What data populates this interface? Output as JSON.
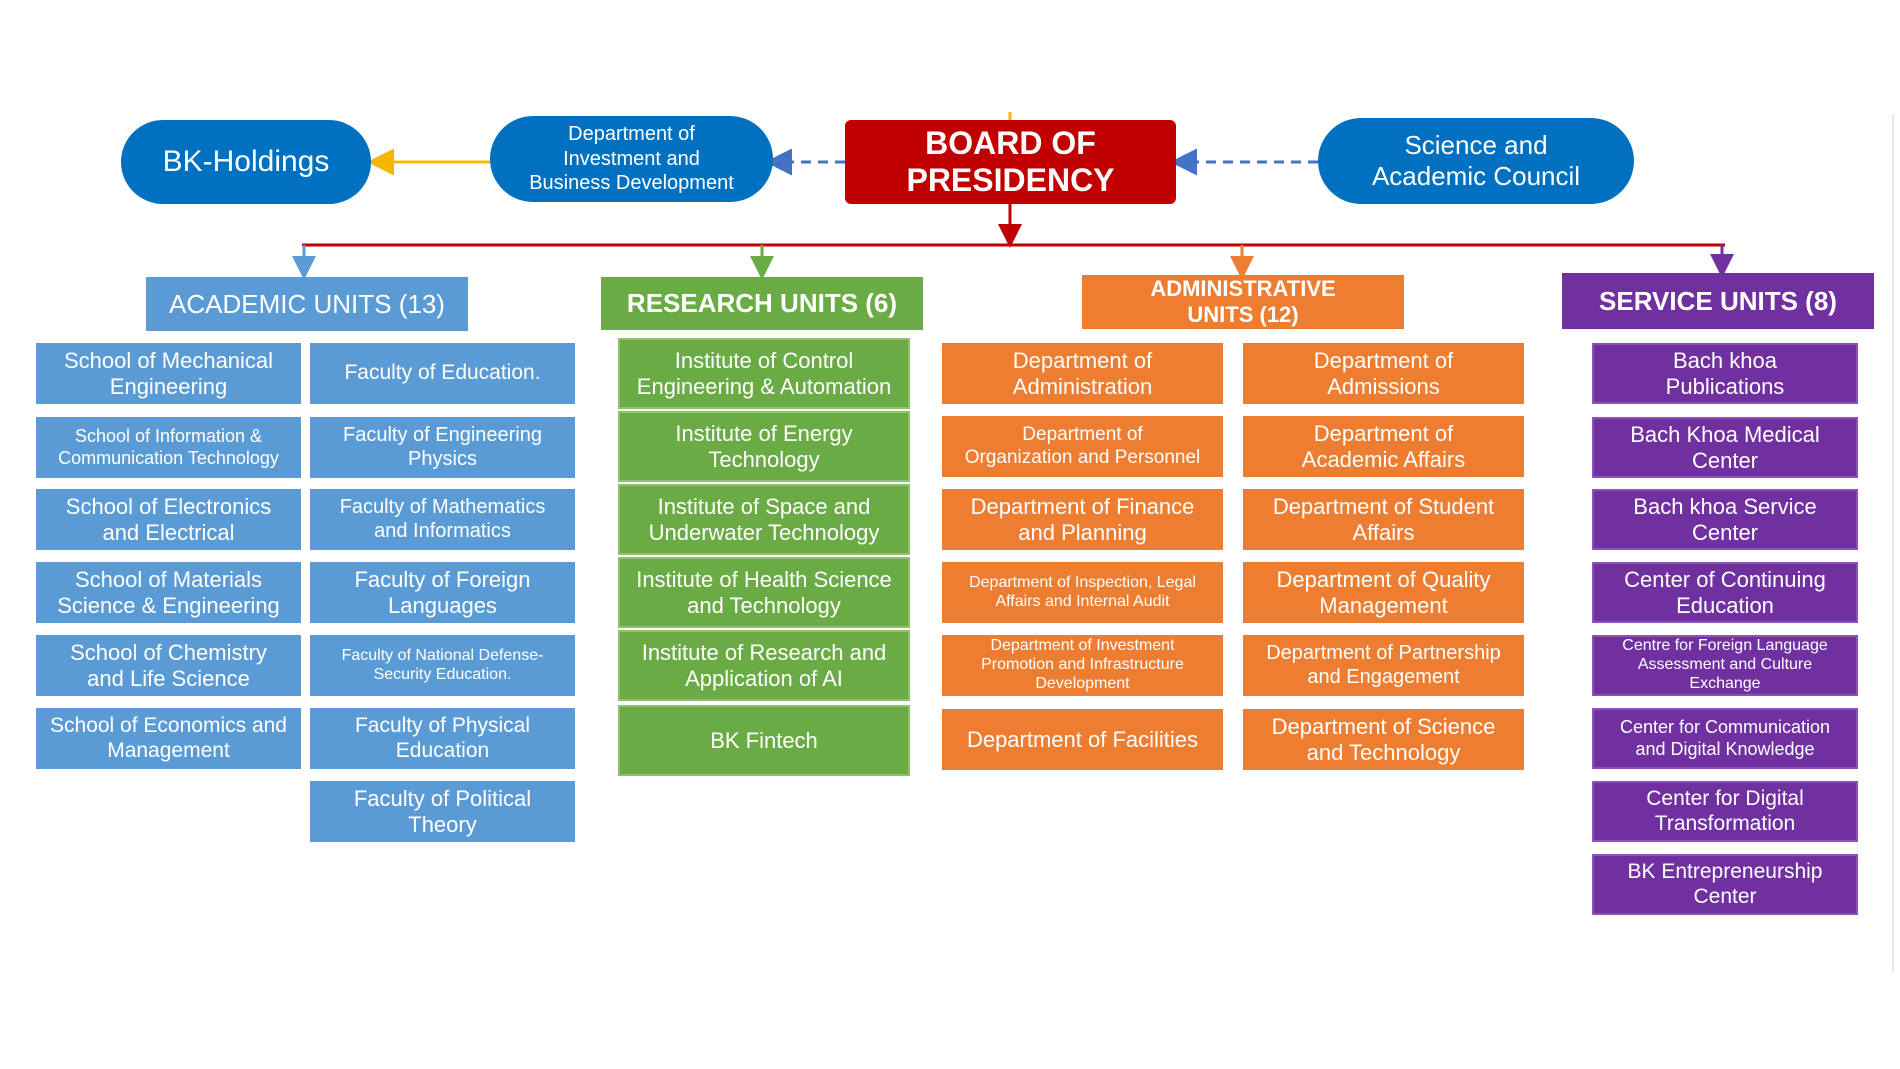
{
  "top": {
    "board": "BOARD OF\nPRESIDENCY",
    "holdings": "BK-Holdings",
    "investment_dept": "Department of\nInvestment and\nBusiness Development",
    "science_council": "Science and\nAcademic Council"
  },
  "headers": {
    "academic": "ACADEMIC UNITS (13)",
    "research": "RESEARCH UNITS (6)",
    "administrative": "ADMINISTRATIVE\nUNITS (12)",
    "service": "SERVICE UNITS (8)"
  },
  "academic_col1": [
    "School of Mechanical\nEngineering",
    "School of Information &\nCommunication Technology",
    "School of Electronics\nand Electrical",
    "School of Materials\nScience & Engineering",
    "School of Chemistry\nand Life Science",
    "School of Economics and\nManagement"
  ],
  "academic_col2": [
    "Faculty of Education.",
    "Faculty of Engineering\nPhysics",
    "Faculty of Mathematics\nand Informatics",
    "Faculty of Foreign\nLanguages",
    "Faculty of National Defense-\nSecurity Education.",
    "Faculty of Physical\nEducation",
    "Faculty of Political\nTheory"
  ],
  "research": [
    "Institute of Control\nEngineering & Automation",
    "Institute of Energy\nTechnology",
    "Institute of Space and\nUnderwater Technology",
    "Institute of Health Science\nand Technology",
    "Institute of Research and\nApplication of AI",
    "BK Fintech"
  ],
  "admin_col1": [
    "Department of\nAdministration",
    "Department of\nOrganization and Personnel",
    "Department of Finance\nand Planning",
    "Department of Inspection, Legal\nAffairs and Internal Audit",
    "Department of Investment\nPromotion and Infrastructure\nDevelopment",
    "Department of Facilities"
  ],
  "admin_col2": [
    "Department of\nAdmissions",
    "Department of\nAcademic Affairs",
    "Department of Student\nAffairs",
    "Department of Quality\nManagement",
    "Department of Partnership\nand Engagement",
    "Department of Science\nand Technology"
  ],
  "service": [
    "Bach khoa\nPublications",
    "Bach Khoa Medical\nCenter",
    "Bach khoa Service\nCenter",
    "Center of Continuing\nEducation",
    "Centre for Foreign Language\nAssessment and Culture\nExchange",
    "Center for Communication\nand Digital Knowledge",
    "Center for Digital\nTransformation",
    "BK Entrepreneurship\nCenter"
  ],
  "colors": {
    "academic": "#5b9bd5",
    "research": "#6aab45",
    "administrative": "#ed7d31",
    "service": "#7030a0",
    "board": "#c00000",
    "top_units": "#0070c0",
    "main_line": "#c00000",
    "holdings_arrow": "#f5b800",
    "dashed_arrow": "#4472c4"
  }
}
